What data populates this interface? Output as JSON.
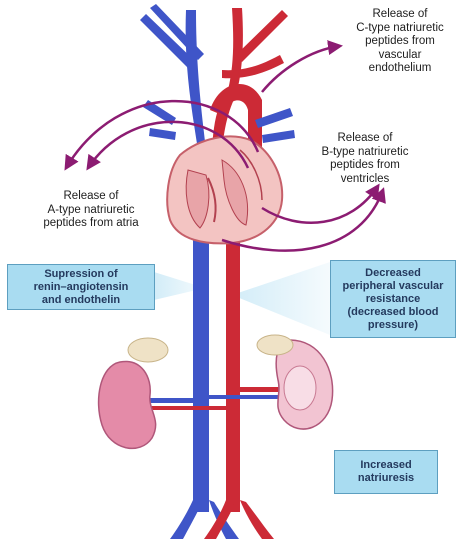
{
  "annotations": {
    "c_type": "Release of\nC-type natriuretic\npeptides from\nvascular\nendothelium",
    "b_type": "Release of\nB-type natriuretic\npeptides from\nventricles",
    "a_type": "Release of\nA-type natriuretic\npeptides from atria"
  },
  "effects": {
    "suppression": "Supression of\nrenin–angiotensin\nand endothelin",
    "resistance": "Decreased\nperipheral vascular\nresistance\n(decreased blood\npressure)",
    "natriuresis": "Increased\nnatriuresis"
  },
  "colors": {
    "vein": "#3f55c8",
    "artery": "#cc2a36",
    "heart": "#f3c4c2",
    "kidney": "#e48ba8",
    "arrow": "#8c1c72",
    "effect_box": "#a9dcf1"
  }
}
